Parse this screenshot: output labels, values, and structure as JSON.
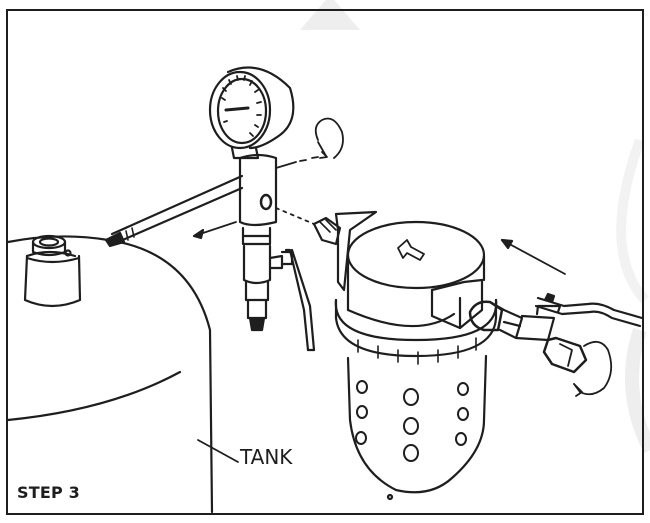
{
  "figure": {
    "step_label": "STEP 3",
    "callouts": {
      "tank": "TANK"
    },
    "components": [
      {
        "name": "pressure-gauge",
        "description": "Round dial pressure gauge on top of tee fitting"
      },
      {
        "name": "tee-fitting",
        "description": "Vertical tee body with side port and hose connection"
      },
      {
        "name": "ball-valve-left",
        "description": "Ball valve with handle below tee fitting"
      },
      {
        "name": "hose-wand",
        "description": "Straight tube from tee to tank valve"
      },
      {
        "name": "tank-valve",
        "description": "Cap/valve on top of tank"
      },
      {
        "name": "tank",
        "description": "Large cylindrical tank body"
      },
      {
        "name": "filter-regulator",
        "description": "Air filter/regulator with flow arrow on top and perforated bowl"
      },
      {
        "name": "ball-valve-right",
        "description": "Inlet ball valve with lever handle on regulator side"
      }
    ],
    "annotations": [
      {
        "type": "rotation-arrow",
        "location": "right of gauge",
        "meaning": "tighten/rotate"
      },
      {
        "type": "direction-arrow",
        "location": "left of tee",
        "meaning": "connect to tank"
      },
      {
        "type": "direction-arrow",
        "location": "upper right",
        "meaning": "air flow direction"
      },
      {
        "type": "rotation-arrow",
        "location": "near inlet fitting",
        "meaning": "tighten/rotate"
      }
    ],
    "colors": {
      "line": "#1e1e1e",
      "background": "#ffffff",
      "watermark": "#ececec"
    }
  }
}
